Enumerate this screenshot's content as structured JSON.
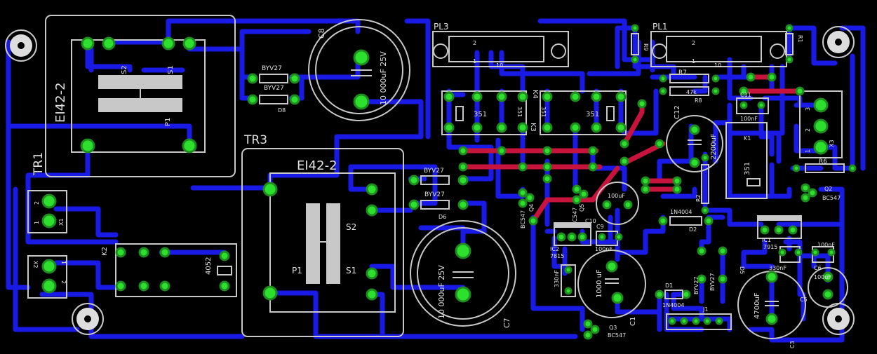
{
  "colors": {
    "background": "#000000",
    "bottom_trace": "#1a1ae6",
    "top_trace": "#c8143c",
    "pad_outer": "#1e8c1e",
    "pad_inner": "#2ee02e",
    "silkscreen": "#c8c8c8"
  },
  "transformers": {
    "tr1_name": "TR1",
    "tr1_core": "EI42-2",
    "tr1_pins": {
      "s2": "S2",
      "s1": "S1",
      "p1": "P1"
    },
    "tr3_name": "TR3",
    "tr3_core": "EI42-2",
    "tr3_pins": {
      "s2": "S2",
      "s1": "S1",
      "p1": "P1"
    }
  },
  "capacitors": {
    "c8_name": "C8",
    "c8_value": "10 000uF 25V",
    "c7_name": "C7",
    "c7_value": "10 000uF 25V",
    "c12_name": "C12",
    "c12_value": "2200uF",
    "c10_name": "C10",
    "c10_value": "100uF",
    "c9_name": "C9",
    "c9_value": "100nF",
    "c2_value": "330nF",
    "c1_name": "C1",
    "c1_value": "1000 uF",
    "c11_name": "C11",
    "c11_value": "100nF",
    "c3_name": "C3",
    "c3_value": "4700uF",
    "c4_value": "330nF",
    "c5_name": "C5",
    "c5_value": "100uF",
    "c6_name": "C6",
    "c6_value": "100nF"
  },
  "diodes": {
    "byv_label": "BYV27",
    "d8": "D8",
    "d6": "D6",
    "d5": "D5",
    "d2": "D2",
    "d1": "D1",
    "d2_value": "1N4004",
    "d1_value": "1N4004"
  },
  "connectors": {
    "pl3": "PL3",
    "pl1": "PL1",
    "pl_pin_2": "2",
    "pl_pin_1": "1",
    "pl_pin_10": "10",
    "x1": "X1",
    "x2": "X2",
    "x3": "X3",
    "j1": "J1",
    "pin_1": "1",
    "pin_2": "2",
    "pin_3": "3"
  },
  "relays": {
    "k3": "K3",
    "k4": "K4",
    "k1": "K1",
    "k2": "K2",
    "relay_351": "351",
    "relay_4052": "4052"
  },
  "transistors": {
    "q4": "Q4",
    "q5": "Q5",
    "q2": "Q2",
    "q3": "Q3",
    "bc547": "BC547"
  },
  "regulators": {
    "ic2": "IC2",
    "ic2_type": "7815",
    "ic1": "IC1",
    "ic1_type": "7915"
  },
  "resistors": {
    "r9": "R9",
    "r1": "R1",
    "r7": "R7",
    "r8": "R8",
    "r8_value": "47k",
    "r6": "R6",
    "r2": "R2"
  }
}
